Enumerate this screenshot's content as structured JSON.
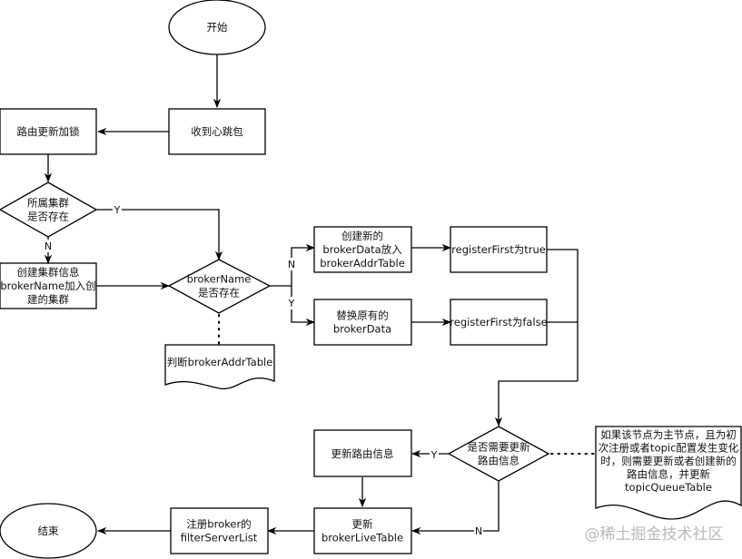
{
  "nodes": {
    "start": {
      "lines": [
        "开始"
      ]
    },
    "receive_heartbeat": {
      "lines": [
        "收到心跳包"
      ]
    },
    "lock_route": {
      "lines": [
        "路由更新加锁"
      ]
    },
    "cluster_exists": {
      "lines": [
        "所属集群",
        "是否存在"
      ]
    },
    "create_cluster": {
      "lines": [
        "创建集群信息",
        "brokerName加入创",
        "建的集群"
      ]
    },
    "brokername_exists": {
      "lines": [
        "brokerName",
        "是否存在"
      ]
    },
    "judge_table": {
      "lines": [
        "判断brokerAddrTable"
      ]
    },
    "create_brokerdata": {
      "lines": [
        "创建新的",
        "brokerData放入",
        "brokerAddrTable"
      ]
    },
    "replace_brokerdata": {
      "lines": [
        "替换原有的",
        "brokerData"
      ]
    },
    "register_true": {
      "lines": [
        "registerFirst为true"
      ]
    },
    "register_false": {
      "lines": [
        "registerFirst为false"
      ]
    },
    "need_update": {
      "lines": [
        "是否需要更新",
        "路由信息"
      ]
    },
    "note": {
      "lines": [
        "如果该节点为主节点，且为初",
        "次注册或者topic配置发生变化",
        "时，则需要更新或者创建新的",
        "路由信息，并更新",
        "topicQueueTable"
      ]
    },
    "update_route": {
      "lines": [
        "更新路由信息"
      ]
    },
    "update_live": {
      "lines": [
        "更新",
        "brokerLiveTable"
      ]
    },
    "register_filter": {
      "lines": [
        "注册broker的",
        "filterServerList"
      ]
    },
    "end": {
      "lines": [
        "结束"
      ]
    }
  },
  "edge_labels": {
    "cluster_yes": "Y",
    "cluster_no": "N",
    "broker_no": "N",
    "broker_yes": "Y",
    "update_yes": "Y",
    "update_no": "N"
  },
  "watermark": "@稀土掘金技术社区"
}
